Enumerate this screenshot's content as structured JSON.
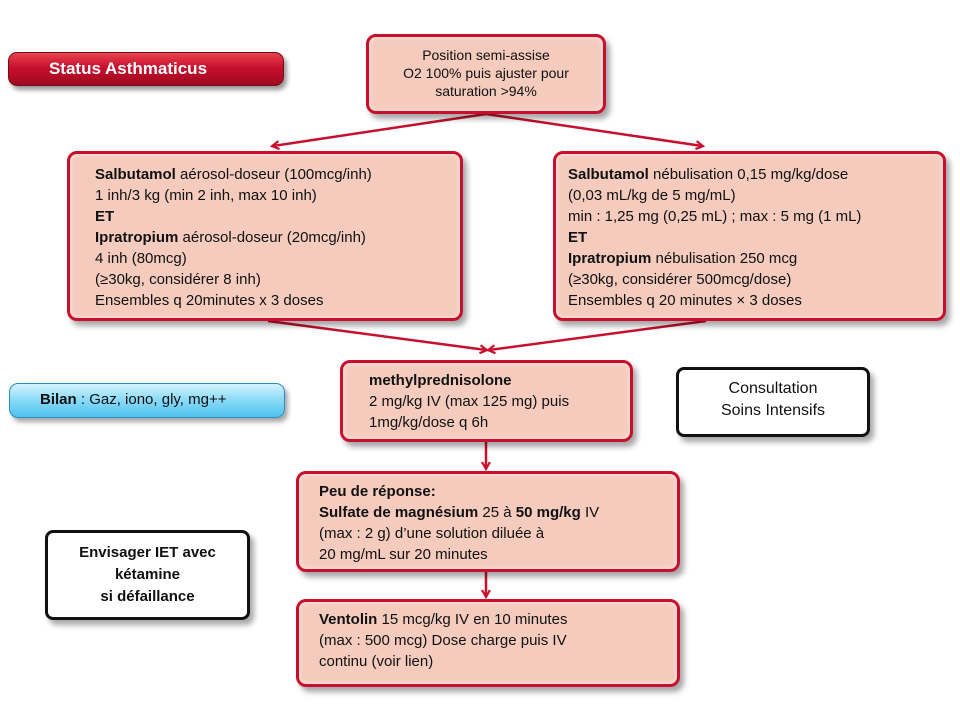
{
  "title": "Status Asthmaticus",
  "position_box": {
    "lines": [
      "Position semi-assise",
      "O2 100% puis ajuster pour",
      "saturation >94%"
    ]
  },
  "left_box": {
    "l1_bold": "Salbutamol",
    "l1_rest": " aérosol-doseur (100mcg/inh)",
    "l2": "1 inh/3 kg (min 2 inh, max 10 inh)",
    "l3_bold": "ET",
    "l4_bold": "Ipratropium",
    "l4_rest": " aérosol-doseur (20mcg/inh)",
    "l5": "4 inh (80mcg)",
    "l6": "(≥30kg, considérer 8 inh)",
    "l7": "Ensembles q 20minutes x 3 doses"
  },
  "right_box": {
    "l1_bold": "Salbutamol",
    "l1_rest": " nébulisation 0,15 mg/kg/dose",
    "l2": "(0,03 mL/kg de 5 mg/mL)",
    "l3": "min : 1,25 mg (0,25 mL) ; max : 5 mg (1 mL)",
    "l4_bold": "ET",
    "l5_bold": "Ipratropium",
    "l5_rest": " nébulisation 250 mcg",
    "l6": "(≥30kg, considérer 500mcg/dose)",
    "l7": "Ensembles q 20 minutes × 3 doses"
  },
  "bilan": {
    "bold": "Bilan",
    "rest": " : Gaz, iono, gly, mg++"
  },
  "methyl_box": {
    "l1_bold": "methylprednisolone",
    "l2": "2 mg/kg IV (max 125 mg) puis",
    "l3": "1mg/kg/dose q 6h"
  },
  "consult_box": {
    "lines": [
      "Consultation",
      "Soins Intensifs"
    ]
  },
  "magnesium_box": {
    "l1_bold": "Peu de réponse:",
    "l2_bold": "Sulfate de magnésium",
    "l2_mid": " 25 à ",
    "l2_bold2": "50 mg/kg",
    "l2_rest": " IV",
    "l3": "(max : 2 g) d’une solution diluée à",
    "l4": "20 mg/mL sur 20 minutes"
  },
  "iet_box": {
    "lines": [
      "Envisager IET avec",
      "kétamine",
      "si défaillance"
    ]
  },
  "ventolin_box": {
    "l1_bold": "Ventolin",
    "l1_rest": " 15 mcg/kg  IV en 10 minutes",
    "l2": "(max : 500 mcg) Dose charge puis IV",
    "l3": "continu (voir lien)"
  },
  "colors": {
    "box_fill": "#f4cbbd",
    "box_border": "#c8102e",
    "arrow": "#c8102e",
    "title_badge": "#c8102e",
    "bilan_badge": "#8fdcf8"
  }
}
